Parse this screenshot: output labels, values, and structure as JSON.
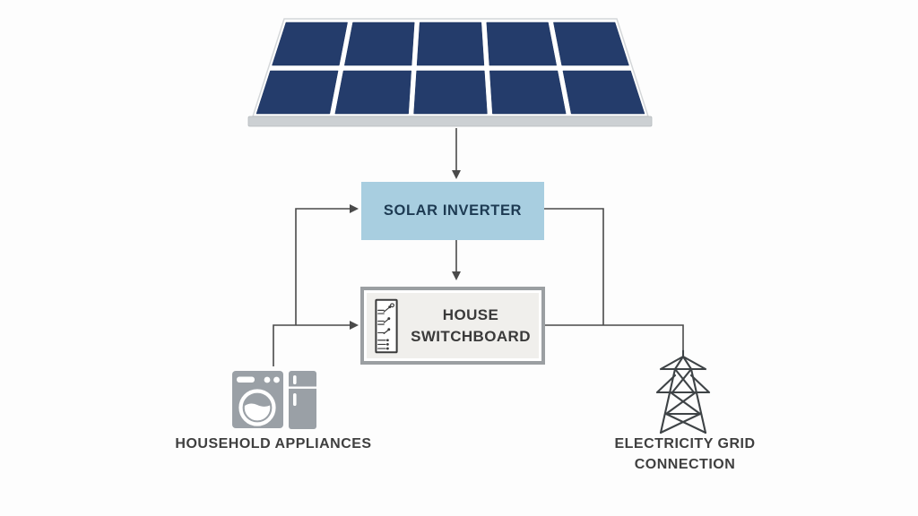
{
  "nodes": {
    "solar_panel": {
      "id": "solar-panel",
      "label": ""
    },
    "inverter": {
      "id": "solar-inverter",
      "label": "SOLAR INVERTER"
    },
    "switchboard": {
      "id": "house-switchboard",
      "line1": "HOUSE",
      "line2": "SWITCHBOARD"
    },
    "appliances": {
      "id": "household-appliances",
      "label": "HOUSEHOLD APPLIANCES"
    },
    "grid": {
      "id": "electricity-grid-connection",
      "line1": "ELECTRICITY GRID",
      "line2": "CONNECTION"
    }
  },
  "edges": [
    {
      "from": "solar-panel",
      "to": "solar-inverter",
      "arrow": true
    },
    {
      "from": "solar-inverter",
      "to": "house-switchboard",
      "arrow": true
    },
    {
      "from": "household-appliances",
      "to": "solar-inverter",
      "arrow": true
    },
    {
      "from": "household-appliances",
      "to": "house-switchboard",
      "arrow": true
    },
    {
      "from": "solar-inverter",
      "to": "electricity-grid-connection",
      "arrow": false
    },
    {
      "from": "house-switchboard",
      "to": "electricity-grid-connection",
      "arrow": false
    }
  ],
  "icons": [
    "solar-panel-icon",
    "switchboard-icon",
    "washing-machine-icon",
    "refrigerator-icon",
    "transmission-tower-icon"
  ],
  "colors": {
    "background": "#fdfdfd",
    "inverter_fill": "#a8cee0",
    "inverter_text": "#1d3a52",
    "switchboard_fill": "#f0efec",
    "switchboard_border": "#9b9fa2",
    "panel_cell": "#243c6b",
    "panel_rail": "#ccd0d3",
    "connector": "#4a4a4a",
    "label_text": "#3f3f3f",
    "appliance_gray": "#9aa0a6",
    "tower_stroke": "#3e4346"
  }
}
